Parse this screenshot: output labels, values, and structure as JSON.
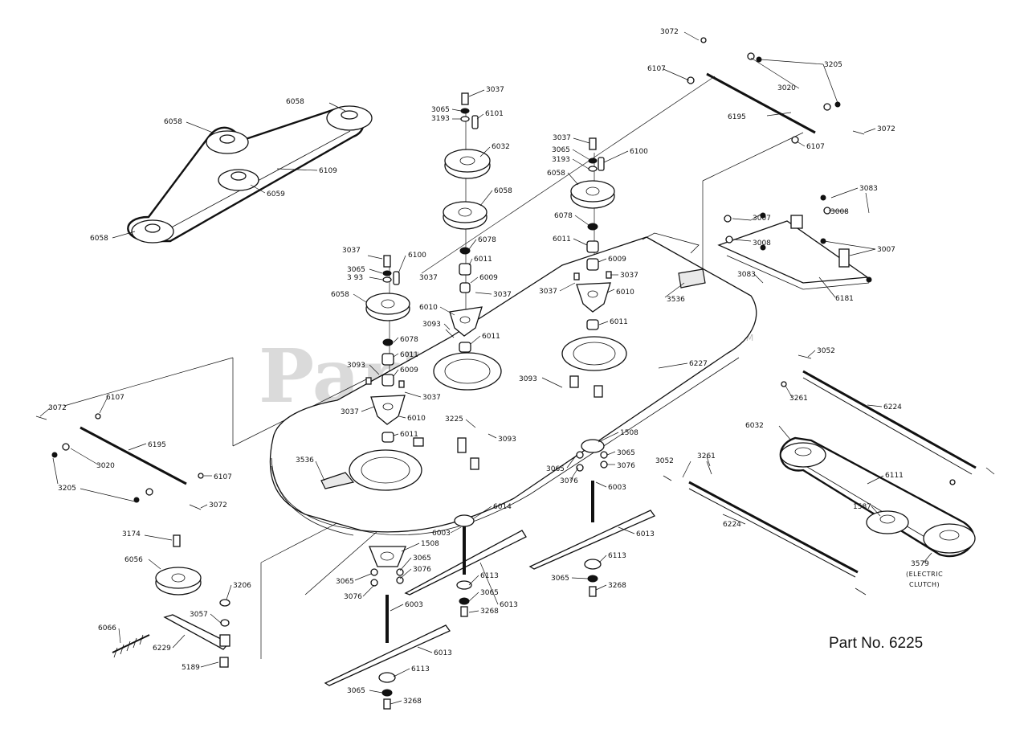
{
  "watermark": {
    "text": "PartsTree",
    "tm": "TM"
  },
  "footer": {
    "part_number": "Part No. 6225"
  },
  "clutch_note": {
    "line1": "(ELECTRIC",
    "line2": "CLUTCH)"
  },
  "labels": [
    {
      "id": "l1",
      "text": "3072"
    },
    {
      "id": "l2",
      "text": "6107"
    },
    {
      "id": "l3",
      "text": "3205"
    },
    {
      "id": "l4",
      "text": "3020"
    },
    {
      "id": "l5",
      "text": "6195"
    },
    {
      "id": "l6",
      "text": "3072"
    },
    {
      "id": "l7",
      "text": "6107"
    },
    {
      "id": "l8",
      "text": "6058"
    },
    {
      "id": "l9",
      "text": "6058"
    },
    {
      "id": "l10",
      "text": "6109"
    },
    {
      "id": "l11",
      "text": "6059"
    },
    {
      "id": "l12",
      "text": "6058"
    },
    {
      "id": "l13",
      "text": "3037"
    },
    {
      "id": "l14",
      "text": "3065"
    },
    {
      "id": "l15",
      "text": "3193"
    },
    {
      "id": "l16",
      "text": "6101"
    },
    {
      "id": "l17",
      "text": "6032"
    },
    {
      "id": "l18",
      "text": "6058"
    },
    {
      "id": "l19",
      "text": "6078"
    },
    {
      "id": "l20",
      "text": "6011"
    },
    {
      "id": "l21",
      "text": "6009"
    },
    {
      "id": "l22",
      "text": "3037"
    },
    {
      "id": "l23",
      "text": "3037"
    },
    {
      "id": "l24",
      "text": "6010"
    },
    {
      "id": "l25",
      "text": "3093"
    },
    {
      "id": "l26",
      "text": "6011"
    },
    {
      "id": "l27",
      "text": "3037"
    },
    {
      "id": "l28",
      "text": "3065"
    },
    {
      "id": "l29",
      "text": "3193"
    },
    {
      "id": "l30",
      "text": "6100"
    },
    {
      "id": "l31",
      "text": "6058"
    },
    {
      "id": "l32",
      "text": "6078"
    },
    {
      "id": "l33",
      "text": "6011"
    },
    {
      "id": "l34",
      "text": "6009"
    },
    {
      "id": "l35",
      "text": "3037"
    },
    {
      "id": "l36",
      "text": "3037"
    },
    {
      "id": "l37",
      "text": "6010"
    },
    {
      "id": "l38",
      "text": "6011"
    },
    {
      "id": "l39",
      "text": "3536"
    },
    {
      "id": "l40",
      "text": "3083"
    },
    {
      "id": "l41",
      "text": "3008"
    },
    {
      "id": "l42",
      "text": "3007"
    },
    {
      "id": "l43",
      "text": "3008"
    },
    {
      "id": "l44",
      "text": "3007"
    },
    {
      "id": "l45",
      "text": "3083"
    },
    {
      "id": "l46",
      "text": "6181"
    },
    {
      "id": "l47",
      "text": "3037"
    },
    {
      "id": "l48",
      "text": "6100"
    },
    {
      "id": "l49",
      "text": "3065"
    },
    {
      "id": "l50",
      "text": "3 93"
    },
    {
      "id": "l51",
      "text": "6058"
    },
    {
      "id": "l52",
      "text": "6078"
    },
    {
      "id": "l53",
      "text": "6011"
    },
    {
      "id": "l54",
      "text": "6009"
    },
    {
      "id": "l55",
      "text": "3093"
    },
    {
      "id": "l56",
      "text": "3037"
    },
    {
      "id": "l57",
      "text": "3037"
    },
    {
      "id": "l58",
      "text": "6010"
    },
    {
      "id": "l59",
      "text": "6011"
    },
    {
      "id": "l60",
      "text": "3093"
    },
    {
      "id": "l61",
      "text": "6227"
    },
    {
      "id": "l62",
      "text": "3225"
    },
    {
      "id": "l63",
      "text": "3093"
    },
    {
      "id": "l64",
      "text": "3052"
    },
    {
      "id": "l65",
      "text": "3261"
    },
    {
      "id": "l66",
      "text": "6224"
    },
    {
      "id": "l67",
      "text": "3072"
    },
    {
      "id": "l68",
      "text": "6107"
    },
    {
      "id": "l69",
      "text": "6195"
    },
    {
      "id": "l70",
      "text": "3020"
    },
    {
      "id": "l71",
      "text": "3205"
    },
    {
      "id": "l72",
      "text": "6107"
    },
    {
      "id": "l73",
      "text": "3072"
    },
    {
      "id": "l74",
      "text": "3536"
    },
    {
      "id": "l75",
      "text": "1508"
    },
    {
      "id": "l76",
      "text": "3065"
    },
    {
      "id": "l77",
      "text": "3076"
    },
    {
      "id": "l78",
      "text": "3065"
    },
    {
      "id": "l79",
      "text": "3076"
    },
    {
      "id": "l80",
      "text": "6003"
    },
    {
      "id": "l81",
      "text": "6013"
    },
    {
      "id": "l82",
      "text": "6113"
    },
    {
      "id": "l83",
      "text": "3065"
    },
    {
      "id": "l84",
      "text": "3268"
    },
    {
      "id": "l85",
      "text": "6014"
    },
    {
      "id": "l86",
      "text": "6003"
    },
    {
      "id": "l87",
      "text": "1508"
    },
    {
      "id": "l88",
      "text": "3065"
    },
    {
      "id": "l89",
      "text": "3076"
    },
    {
      "id": "l90",
      "text": "3065"
    },
    {
      "id": "l91",
      "text": "3076"
    },
    {
      "id": "l92",
      "text": "6003"
    },
    {
      "id": "l93",
      "text": "6013"
    },
    {
      "id": "l94",
      "text": "6113"
    },
    {
      "id": "l95",
      "text": "3065"
    },
    {
      "id": "l96",
      "text": "3268"
    },
    {
      "id": "l97",
      "text": "6013"
    },
    {
      "id": "l98",
      "text": "6113"
    },
    {
      "id": "l99",
      "text": "3065"
    },
    {
      "id": "l100",
      "text": "3268"
    },
    {
      "id": "l101",
      "text": "3052"
    },
    {
      "id": "l102",
      "text": "3261"
    },
    {
      "id": "l103",
      "text": "6224"
    },
    {
      "id": "l104",
      "text": "6032"
    },
    {
      "id": "l105",
      "text": "6111"
    },
    {
      "id": "l106",
      "text": "1587"
    },
    {
      "id": "l107",
      "text": "3579"
    },
    {
      "id": "l108",
      "text": "3174"
    },
    {
      "id": "l109",
      "text": "6056"
    },
    {
      "id": "l110",
      "text": "3206"
    },
    {
      "id": "l111",
      "text": "3057"
    },
    {
      "id": "l112",
      "text": "6066"
    },
    {
      "id": "l113",
      "text": "6229"
    },
    {
      "id": "l114",
      "text": "5189"
    }
  ]
}
